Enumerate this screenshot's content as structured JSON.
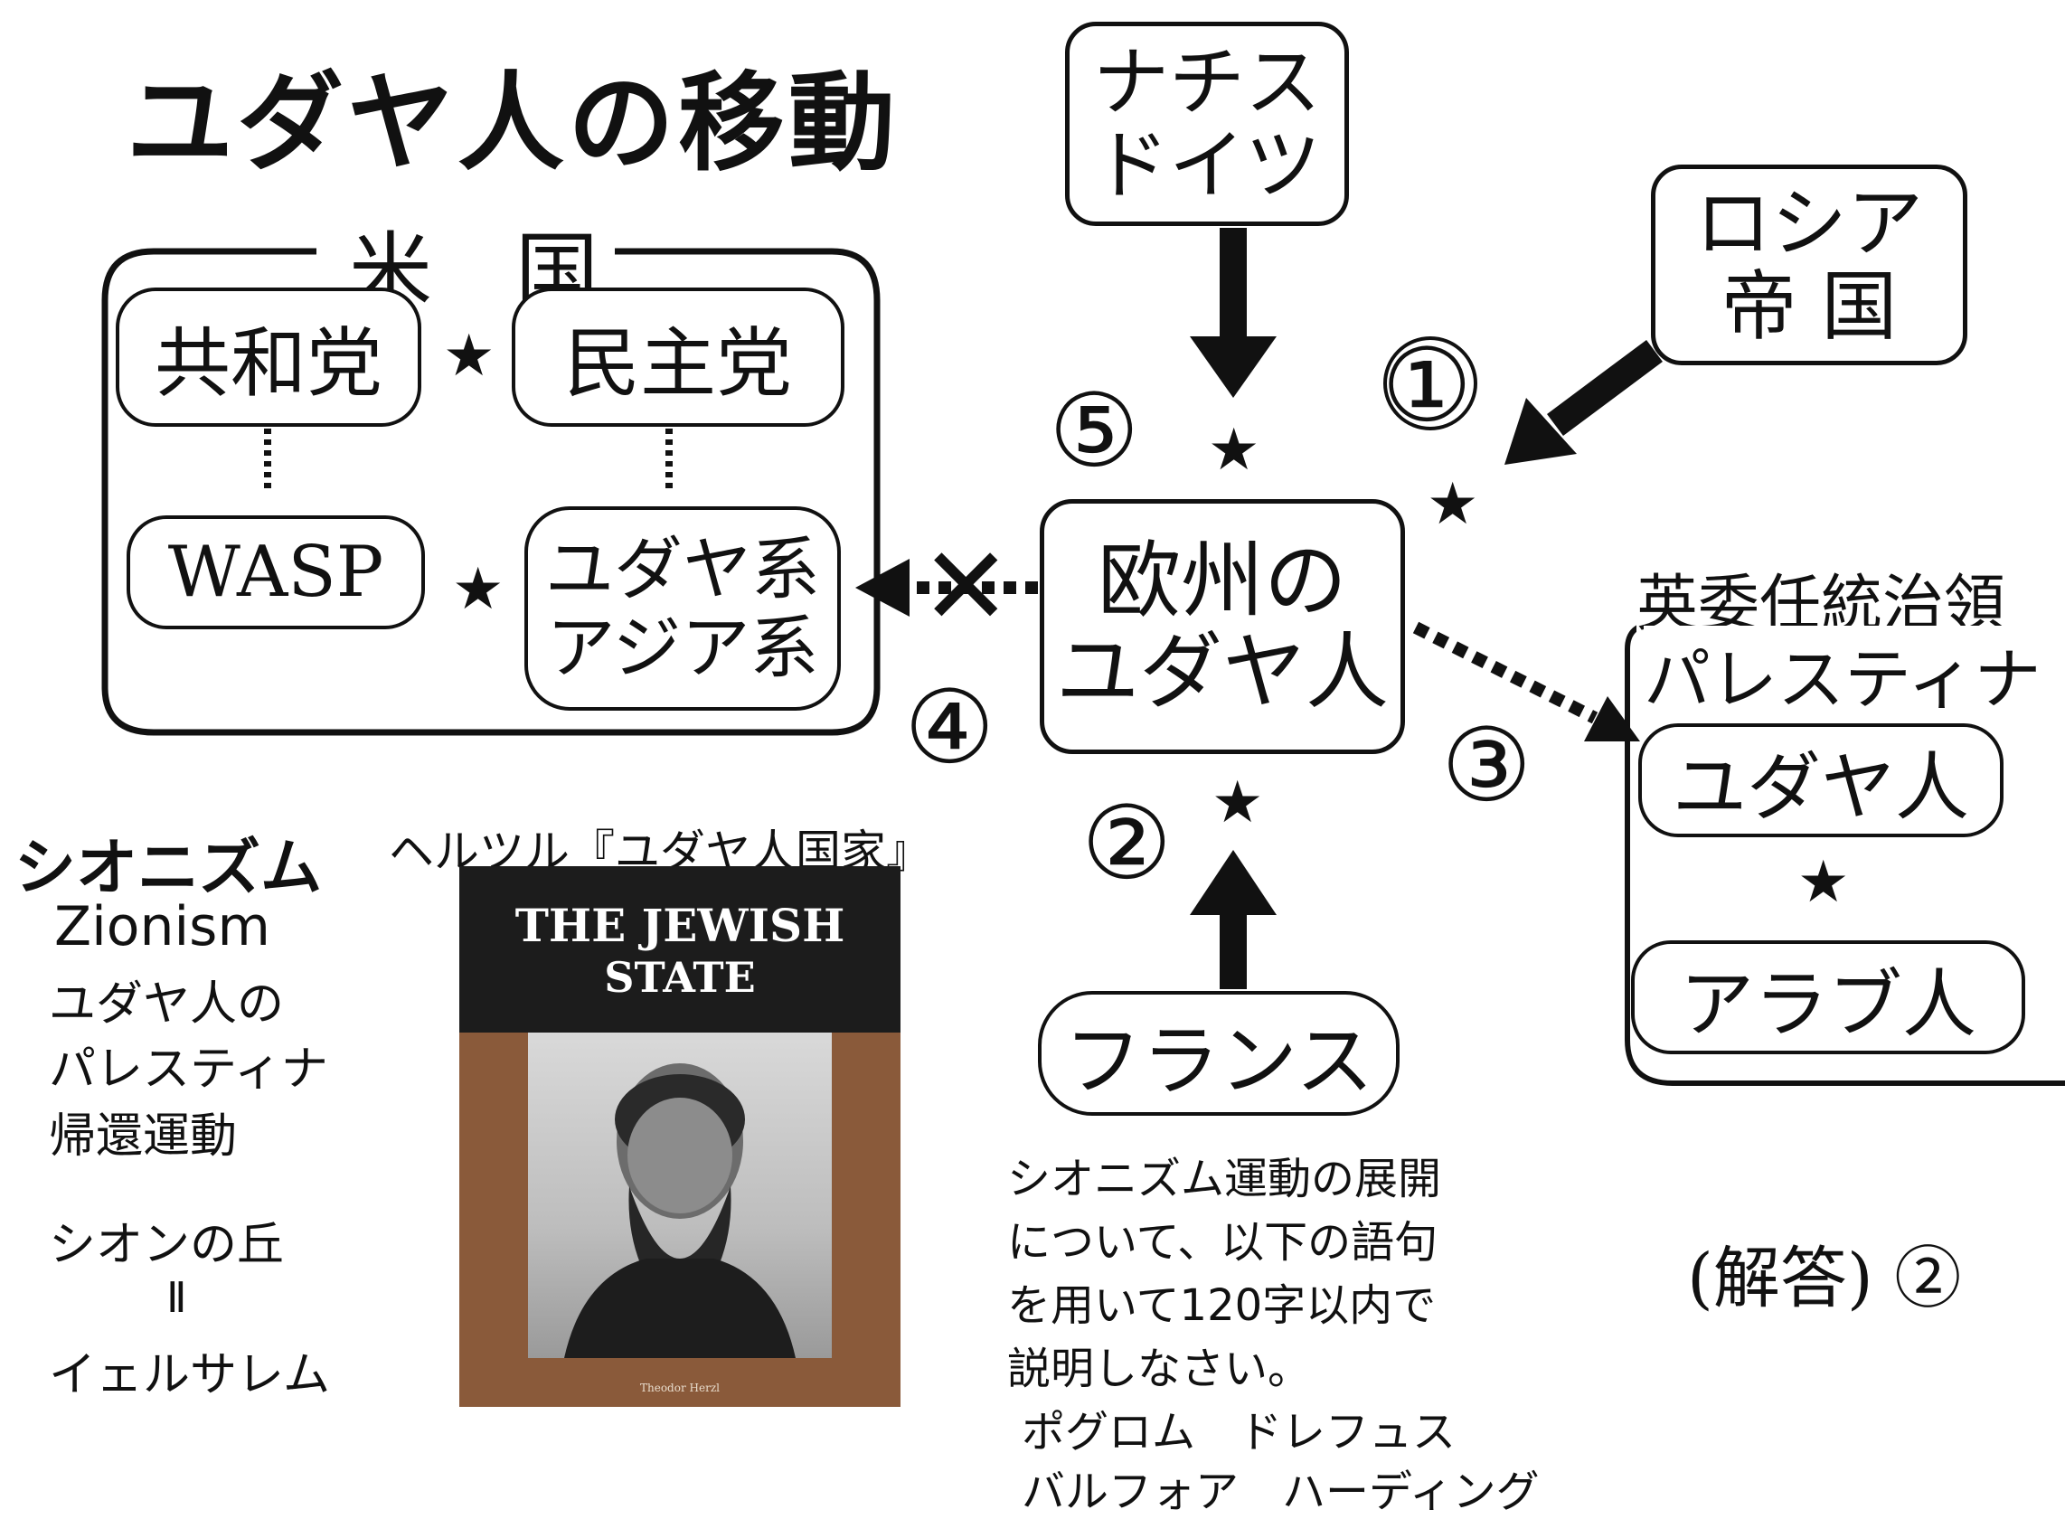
{
  "title": "ユダヤ人の移動",
  "usa": {
    "label": "米　国",
    "republican": "共和党",
    "democrat": "民主党",
    "wasp": "WASP",
    "jewish_asian_line1": "ユダヤ系",
    "jewish_asian_line2": "アジア系"
  },
  "nazi": {
    "line1": "ナチス",
    "line2": "ドイツ"
  },
  "russia": {
    "line1": "ロシア",
    "line2": "帝 国"
  },
  "europe_jews": {
    "line1": "欧州の",
    "line2": "ユダヤ人"
  },
  "france": "フランス",
  "palestine": {
    "label_line1": "英委任統治領",
    "label_line2": "パレスティナ",
    "jews": "ユダヤ人",
    "arabs": "アラブ人"
  },
  "numbers": {
    "n1": "①",
    "n2": "②",
    "n3": "③",
    "n4": "④",
    "n5": "⑤"
  },
  "star_glyph": "★",
  "cross_glyph": "✕",
  "zionism": {
    "heading": "シオニズム",
    "english": "Zionism",
    "desc1": "ユダヤ人の",
    "desc2": "パレスティナ",
    "desc3": "帰還運動",
    "zion1": "シオンの丘",
    "equals": "Ⅱ",
    "zion2": "イェルサレム"
  },
  "herzl": {
    "caption": "ヘルツル『ユダヤ人国家』",
    "book_title_line1": "THE JEWISH",
    "book_title_line2": "STATE",
    "book_author": "Theodor Herzl"
  },
  "question": {
    "line1": "シオニズム運動の展開",
    "line2": "について、以下の語句",
    "line3": "を用いて120字以内で",
    "line4": "説明しなさい。",
    "terms1": "ポグロム　ドレフュス",
    "terms2": "バルフォア　ハーディング"
  },
  "answer": "(解答) ②",
  "colors": {
    "ink": "#111111",
    "book_bg": "#1c1c1c",
    "book_brown": "#8a5a3a"
  }
}
